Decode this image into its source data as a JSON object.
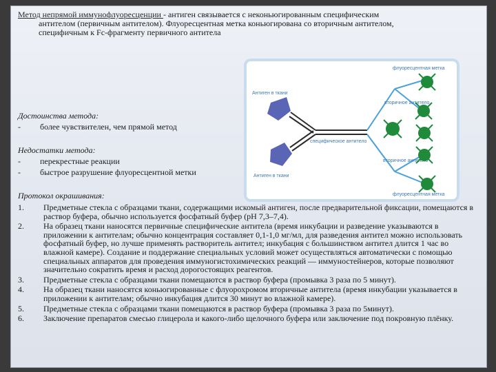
{
  "intro": {
    "term": "Метод непрямой иммунофлуоресценции ",
    "line1_rest": "- антиген связывается с неконьюгированным специфическим",
    "line2": "антителом (первичным антителом). Флуоресцентная метка коньюгирована со вторичным антителом,",
    "line3": "специфичным к Fc-фрагменту первичного антитела"
  },
  "diagram": {
    "label_antigen_top": "Антиген в ткани",
    "label_antigen_bottom": "Антиген в ткани",
    "label_primary": "специфическое антитело",
    "label_secondary_top": "вторичное антитело",
    "label_secondary_bottom": "вторичное антитело",
    "label_fluor_top": "флуоресцентная метка",
    "label_fluor_bottom": "флуоресцентная метка",
    "colors": {
      "antigen": "#5a66b5",
      "antibody": "#2a2a2a",
      "secondary": "#4aa0d8",
      "fluor": "#1e8a3a",
      "label": "#3b78b5"
    }
  },
  "advantages": {
    "title": "Достоинства метода:",
    "items": [
      "более чувствителен, чем прямой метод"
    ]
  },
  "disadvantages": {
    "title": "Недостатки метода:",
    "items": [
      "перекрестные реакции",
      "быстрое разрушение флуоресцентной метки"
    ]
  },
  "protocol": {
    "title": "Протокол окрашивания:",
    "steps": [
      {
        "num": "1.",
        "text": "Предметные стекла с образцами ткани, содержащими искомый антиген, после предварительной фиксации, помещаются в раствор буфера, обычно используется фосфатный буфер (рН 7,3–7,4)."
      },
      {
        "num": "2.",
        "text": "На образец ткани наносятся первичные специфические антитела (время инкубации и разведение указываются в приложении к антителам; обычно концентрация составляет 0,1-1,0 мг/мл, для разведения антител можно использовать фосфатный буфер, но лучше применять растворитель антител; инкубация с большинством антител длится 1 час во влажной камере). Создание и поддержание специальных условий может осуществляться автоматически с помощью специальных аппаратов для проведения иммуногистохимических реакций — иммуностейнеров, которые позволяют значительно сократить время и расход дорогостоящих реагентов."
      },
      {
        "num": "3.",
        "text": "Предметные стекла с образцами ткани помещаются в раствор буфера (промывка 3 раза по 5 минут)."
      },
      {
        "num": "4.",
        "text": "На образец ткани наносятся коньюгированные с флуорохромом вторичные антитела (время инкубации указывается в приложении к антителам; обычно инкубация длится 30 минут во влажной камере)."
      },
      {
        "num": "5.",
        "text": "Предметные стекла с образцами ткани помещаются в раствор буфера (промывка 3 раза по 5минут)."
      },
      {
        "num": "6.",
        "text": "Заключение препаратов смесью глицерола и какого-либо щелочного буфера или заключение под покровную плёнку."
      }
    ]
  }
}
